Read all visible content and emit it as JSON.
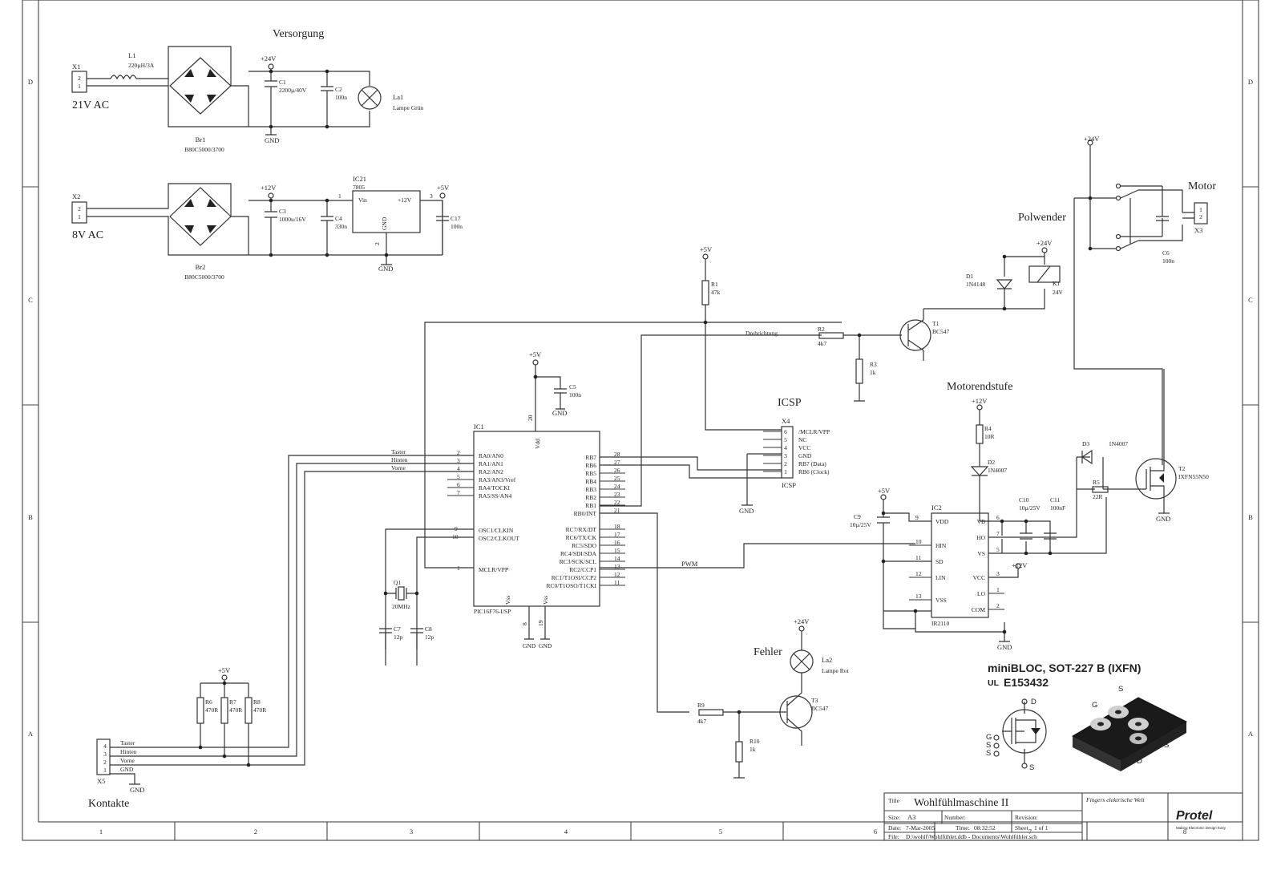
{
  "frame": {
    "rows_left": [
      "D",
      "C",
      "B",
      "A"
    ],
    "rows_right": [
      "D",
      "C",
      "B",
      "A"
    ],
    "cols": [
      "1",
      "2",
      "3",
      "4",
      "5",
      "6",
      "7",
      "8"
    ]
  },
  "blocks": {
    "versorgung": "Versorgung",
    "polwender": "Polwender",
    "motor": "Motor",
    "icsp": "ICSP",
    "motorendstufe": "Motorendstufe",
    "fehler": "Fehler",
    "kontakte": "Kontakte"
  },
  "supply1": {
    "x1": "X1",
    "pin2": "2",
    "pin1": "1",
    "ac": "21V AC",
    "l1": "L1",
    "l1_val": "220µH/3A",
    "br1": "Br1",
    "br1_val": "B80C5000/3700",
    "v24": "+24V",
    "c1": "C1",
    "c1_val": "2200µ/40V",
    "c2": "C2",
    "c2_val": "100n",
    "la1": "La1",
    "la1_val": "Lampe Grün",
    "gnd": "GND"
  },
  "supply2": {
    "x2": "X2",
    "pin2": "2",
    "pin1": "1",
    "ac": "8V AC",
    "br2": "Br2",
    "br2_val": "B80C5000/3700",
    "v12": "+12V",
    "c3": "C3",
    "c3_val": "1000u/16V",
    "c4": "C4",
    "c4_val": "330n",
    "ic21": "IC21",
    "ic21_val": "7805",
    "vin": "Vin",
    "out12": "+12V",
    "gndpin": "GND",
    "pin1_no": "1",
    "pin3_no": "3",
    "pin2_no": "2",
    "v5": "+5V",
    "c17": "C17",
    "c17_val": "100n",
    "gnd": "GND"
  },
  "mcu": {
    "ic1": "IC1",
    "part": "PIC16F76-I/SP",
    "vdd": "Vdd",
    "vdd_pin": "20",
    "v5": "+5V",
    "c5": "C5",
    "c5_val": "100n",
    "gnd": "GND",
    "left_pins": [
      {
        "no": "2",
        "name": "RA0/AN0",
        "net": "Taster"
      },
      {
        "no": "3",
        "name": "RA1/AN1",
        "net": "Hinten"
      },
      {
        "no": "4",
        "name": "RA2/AN2",
        "net": "Vorne"
      },
      {
        "no": "5",
        "name": "RA3/AN3/Vref",
        "net": ""
      },
      {
        "no": "6",
        "name": "RA4/TOCKI",
        "net": ""
      },
      {
        "no": "7",
        "name": "RA5/SS/AN4",
        "net": ""
      }
    ],
    "osc_pins": [
      {
        "no": "9",
        "name": "OSC1/CLKIN"
      },
      {
        "no": "10",
        "name": "OSC2/CLKOUT"
      }
    ],
    "mclr": {
      "no": "1",
      "name": "MCLR/VPP"
    },
    "right_pins_b": [
      {
        "no": "28",
        "name": "RB7"
      },
      {
        "no": "27",
        "name": "RB6"
      },
      {
        "no": "26",
        "name": "RB5"
      },
      {
        "no": "25",
        "name": "RB4"
      },
      {
        "no": "24",
        "name": "RB3"
      },
      {
        "no": "23",
        "name": "RB2"
      },
      {
        "no": "22",
        "name": "RB1"
      },
      {
        "no": "21",
        "name": "RB0/INT"
      }
    ],
    "right_pins_c": [
      {
        "no": "18",
        "name": "RC7/RX/DT"
      },
      {
        "no": "17",
        "name": "RC6/TX/CK"
      },
      {
        "no": "16",
        "name": "RC5/SDO"
      },
      {
        "no": "15",
        "name": "RC4/SDI/SDA"
      },
      {
        "no": "14",
        "name": "RC3/SCK/SCL"
      },
      {
        "no": "13",
        "name": "RC2/CCP1"
      },
      {
        "no": "12",
        "name": "RC1/T1OSI/CCP2"
      },
      {
        "no": "11",
        "name": "RC0/T1OSO/T1CKI"
      }
    ],
    "vss1": "Vss",
    "vss2": "Vss",
    "vss1_pin": "8",
    "vss2_pin": "19",
    "gnd1": "GND",
    "gnd2": "GND",
    "q1": "Q1",
    "q1_val": "20MHz",
    "c7": "C7",
    "c7_val": "12p",
    "c8": "C8",
    "c8_val": "12p",
    "pwm": "PWM"
  },
  "icsp": {
    "x4": "X4",
    "name": "ICSP",
    "gnd": "GND",
    "pins": [
      {
        "no": "6",
        "name": "/MCLR/VPP"
      },
      {
        "no": "5",
        "name": "NC"
      },
      {
        "no": "4",
        "name": "VCC"
      },
      {
        "no": "3",
        "name": "GND"
      },
      {
        "no": "2",
        "name": "RB7 (Data)"
      },
      {
        "no": "1",
        "name": "RB6 (Clock)"
      }
    ]
  },
  "drive": {
    "v5": "+5V",
    "r1": "R1",
    "r1_val": "47k",
    "net_dir": "Drehrichtung",
    "r2": "R2",
    "r2_val": "4k7",
    "r3": "R3",
    "r3_val": "1k",
    "t1": "T1",
    "t1_val": "BC547",
    "d1": "D1",
    "d1_val": "1N4148",
    "k1": "K1",
    "k1_val": "24V",
    "k1_v": "+24V",
    "v24_top": "+24V",
    "c6": "C6",
    "c6_val": "100n",
    "x3": "X3",
    "x3_p1": "1",
    "x3_p2": "2"
  },
  "endstufe": {
    "v12": "+12V",
    "r4": "R4",
    "r4_val": "10R",
    "d2": "D2",
    "d2_val": "1N4007",
    "d3": "D3",
    "d3_val": "1N4007",
    "r5": "R5",
    "r5_val": "22R",
    "t2": "T2",
    "t2_val": "IXFN55N50",
    "gnd": "GND",
    "v5": "+5V",
    "c9": "C9",
    "c9_val": "10µ/25V",
    "c10": "C10",
    "c10_val": "10µ/25V",
    "c11": "C11",
    "c11_val": "100nF",
    "ic2": "IC2",
    "ic2_val": "IR2110",
    "v12b": "+12V",
    "gnd2": "GND",
    "left_pins": [
      {
        "no": "9",
        "name": "VDD"
      },
      {
        "no": "10",
        "name": "HIN"
      },
      {
        "no": "11",
        "name": "SD"
      },
      {
        "no": "12",
        "name": "LIN"
      },
      {
        "no": "13",
        "name": "VSS"
      }
    ],
    "right_pins": [
      {
        "no": "6",
        "name": "VB"
      },
      {
        "no": "7",
        "name": "HO"
      },
      {
        "no": "5",
        "name": "VS"
      },
      {
        "no": "3",
        "name": "VCC"
      },
      {
        "no": "1",
        "name": "LO"
      },
      {
        "no": "2",
        "name": "COM"
      }
    ]
  },
  "fehler": {
    "v24": "+24V",
    "la2": "La2",
    "la2_val": "Lampe Rot",
    "r9": "R9",
    "r9_val": "4k7",
    "r10": "R10",
    "r10_val": "1k",
    "t3": "T3",
    "t3_val": "BC547"
  },
  "kontakte": {
    "v5": "+5V",
    "x5": "X5",
    "gnd": "GND",
    "r6": "R6",
    "r6_val": "470R",
    "r7": "R7",
    "r7_val": "470R",
    "r8": "R8",
    "r8_val": "470R",
    "pins": [
      "4",
      "3",
      "2",
      "1"
    ],
    "nets": [
      "Taster",
      "Hinten",
      "Vorne",
      "GND"
    ]
  },
  "package": {
    "title": "miniBLOC, SOT-227 B (IXFN)",
    "cert_mark": "UL",
    "cert": "E153432",
    "labels": [
      "D",
      "G",
      "S",
      "S",
      "G",
      "S",
      "S",
      "D",
      "S"
    ]
  },
  "titleblock": {
    "title_lbl": "Title",
    "title": "Wohlfühlmaschine II",
    "size_lbl": "Size:",
    "size": "A3",
    "number_lbl": "Number:",
    "revision_lbl": "Revision:",
    "date_lbl": "Date:",
    "date": "7-Mar-2005",
    "time_lbl": "Time:",
    "time": "08:32:52",
    "sheet_lbl": "Sheet",
    "sheet": "1 of 1",
    "file_lbl": "File:",
    "file": "D:\\wohlf\\Wohlfühler.ddb - Documents\\Wohlfühler.sch",
    "company": "Fingers elektrische Welt",
    "logo": "Protel",
    "logo_sub": "Making Electronic Design Easy"
  }
}
